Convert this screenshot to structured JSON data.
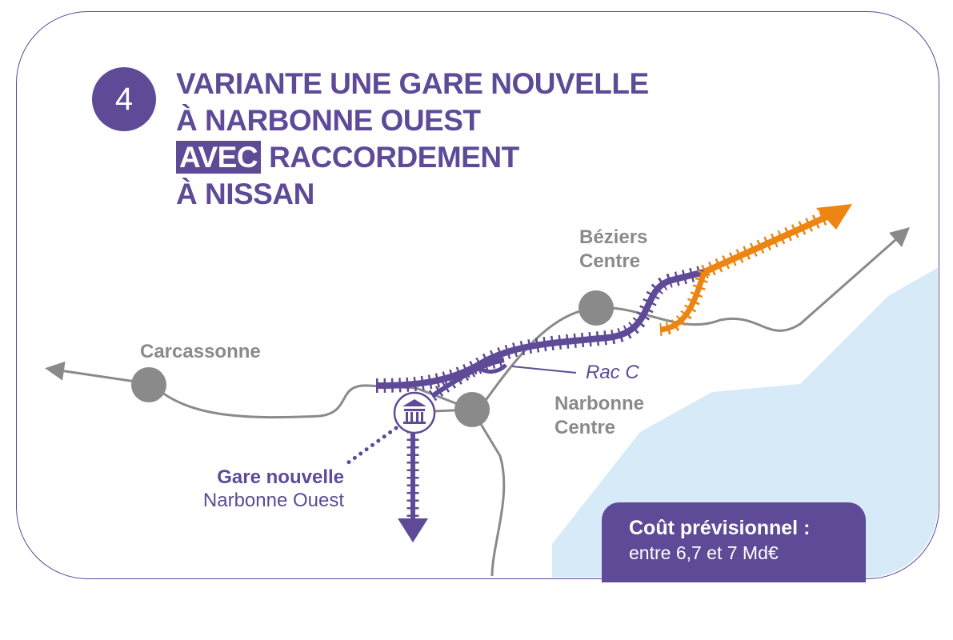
{
  "badge_number": "4",
  "title": {
    "line1": "VARIANTE UNE GARE NOUVELLE",
    "line2": "À NARBONNE OUEST",
    "highlight": "AVEC",
    "line3_rest": "RACCORDEMENT",
    "line4": "À NISSAN"
  },
  "cities": {
    "beziers_1": "Béziers",
    "beziers_2": "Centre",
    "carcassonne": "Carcassonne",
    "narbonne_1": "Narbonne",
    "narbonne_2": "Centre"
  },
  "rac_label": "Rac C",
  "station": {
    "name": "Gare nouvelle",
    "place": "Narbonne Ouest"
  },
  "cost": {
    "heading": "Coût prévisionnel :",
    "value": "entre 6,7 et 7 Md€"
  },
  "colors": {
    "purple": "#5e4a97",
    "orange": "#ec8512",
    "gray": "#8a8a8a",
    "sea": "#d6eaf8"
  }
}
